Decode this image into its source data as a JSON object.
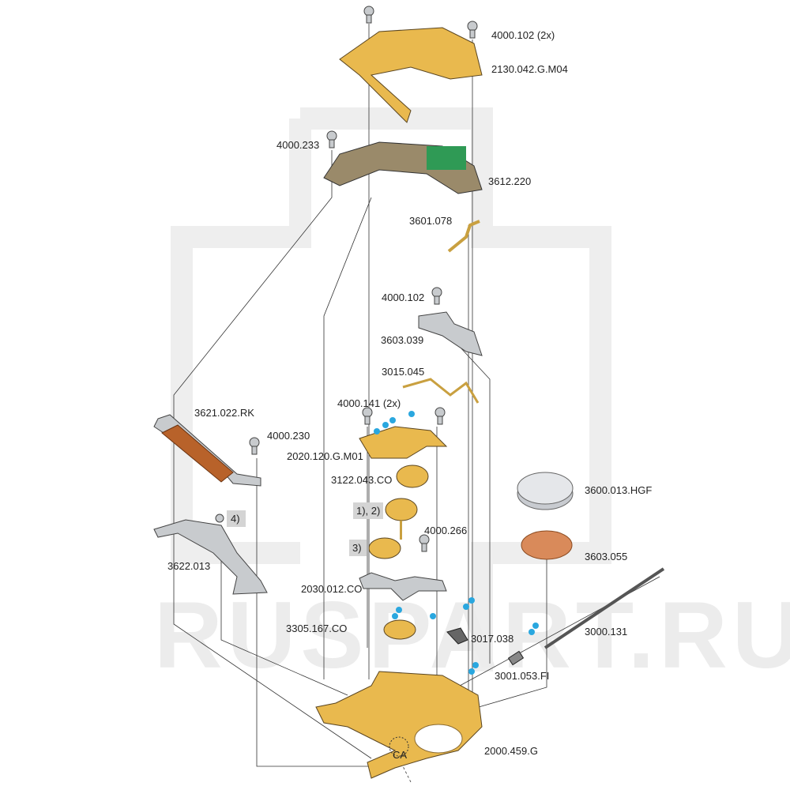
{
  "watermark": "RUSPART.RU",
  "labels": {
    "l1": "4000.102 (2x)",
    "l2": "2130.042.G.M04",
    "l3": "4000.233",
    "l4": "3612.220",
    "l5": "3601.078",
    "l6": "4000.102",
    "l7": "3603.039",
    "l8": "3015.045",
    "l9": "4000.141 (2x)",
    "l10": "3621.022.RK",
    "l11": "4000.230",
    "l12": "2020.120.G.M01",
    "l13": "3122.043.CO",
    "l14": "4000.266",
    "l15": "3600.013.HGF",
    "l16": "3603.055",
    "l17": "3622.013",
    "l18": "2030.012.CO",
    "l19": "3305.167.CO",
    "l20": "3017.038",
    "l21": "3000.131",
    "l22": "3001.053.FI",
    "l23": "2000.459.G"
  },
  "notes": {
    "n1": "1), 2)",
    "n2": "3)",
    "n3": "4)"
  },
  "marker": "CA",
  "colors": {
    "gold": "#e9b94e",
    "steel": "#c8cbce",
    "oil_drop": "#2aa7df",
    "copper": "#d98a5a",
    "pcb_green": "#2f9a55"
  }
}
